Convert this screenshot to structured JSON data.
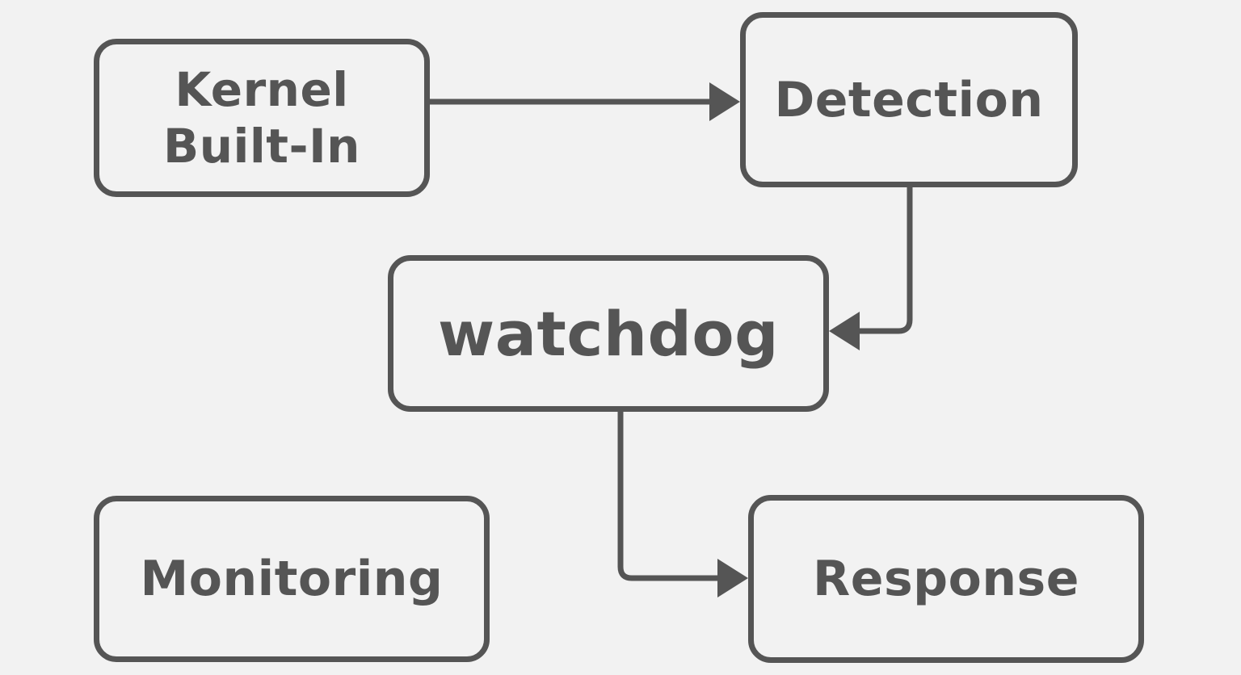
{
  "diagram": {
    "nodes": {
      "kernel": {
        "line1": "Kernel",
        "line2": "Built-In"
      },
      "detection": {
        "label": "Detection"
      },
      "watchdog": {
        "label": "watchdog"
      },
      "monitoring": {
        "label": "Monitoring"
      },
      "response": {
        "label": "Response"
      }
    },
    "edges": [
      {
        "from": "kernel",
        "to": "detection"
      },
      {
        "from": "detection",
        "to": "watchdog"
      },
      {
        "from": "watchdog",
        "to": "response"
      }
    ],
    "colors": {
      "stroke": "#555555",
      "background": "#f2f2f2"
    }
  }
}
